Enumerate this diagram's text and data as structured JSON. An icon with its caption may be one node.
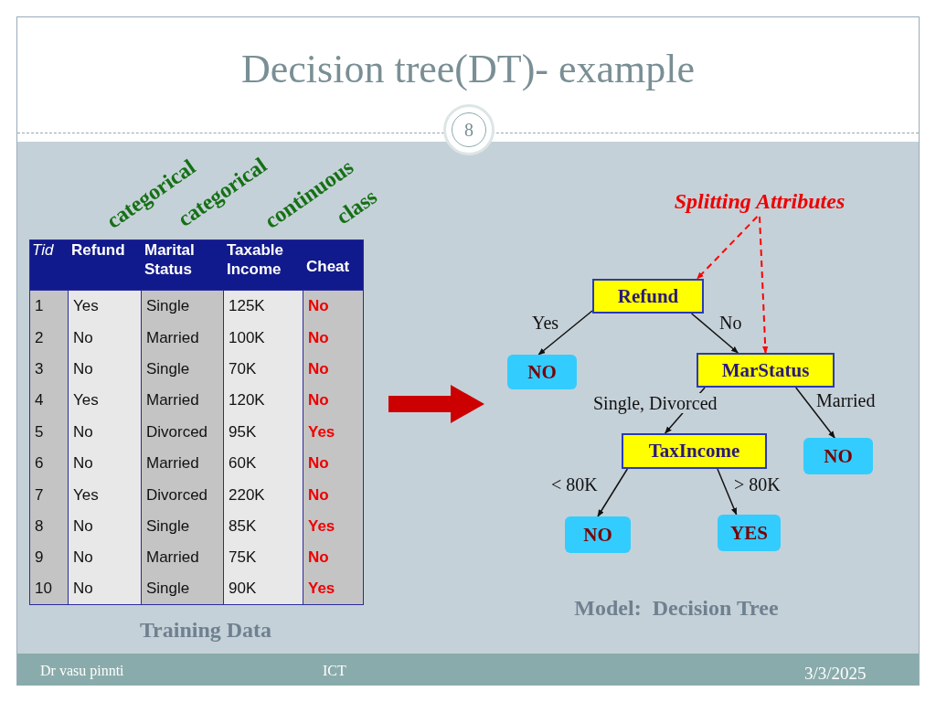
{
  "diagram": {
    "title": "Decision tree(DT)- example",
    "nodes": [
      {
        "text": [
          "Splitting Attributes"
        ]
      },
      {
        "text": [
          "Refund"
        ]
      },
      {
        "text": [
          "NO"
        ]
      },
      {
        "text": [
          "MarStatus"
        ]
      },
      {
        "text": [
          "TaxIncome"
        ]
      },
      {
        "text": [
          "NO"
        ]
      },
      {
        "text": [
          "NO"
        ]
      },
      {
        "text": [
          "YES"
        ]
      }
    ],
    "edges": [
      {
        "from": 0,
        "to": 1,
        "arrow": "to",
        "style": "dashed",
        "color": "#ff0000"
      },
      {
        "from": 0,
        "to": 3,
        "arrow": "to",
        "style": "dashed",
        "color": "#ff0000"
      },
      {
        "from": 1,
        "to": 2,
        "arrow": "to",
        "label": "Yes"
      },
      {
        "from": 1,
        "to": 3,
        "arrow": "to",
        "label": "No"
      },
      {
        "from": 3,
        "to": 4,
        "arrow": "to",
        "label": "Single, Divorced"
      },
      {
        "from": 3,
        "to": 5,
        "arrow": "to",
        "label": "Married"
      },
      {
        "from": 4,
        "to": 6,
        "arrow": "to",
        "label": "< 80K"
      },
      {
        "from": 4,
        "to": 7,
        "arrow": "to",
        "label": "> 80K"
      }
    ],
    "labels": [
      "8",
      "categorical",
      "categorical",
      "continuous",
      "class",
      "Tid",
      "Refund",
      "Marital Status",
      "Taxable Income",
      "Cheat",
      "1",
      "Yes",
      "Single",
      "125K",
      "No",
      "2",
      "No",
      "Married",
      "100K",
      "No",
      "3",
      "No",
      "Single",
      "70K",
      "No",
      "4",
      "Yes",
      "Married",
      "120K",
      "No",
      "5",
      "No",
      "Divorced",
      "95K",
      "Yes",
      "6",
      "No",
      "Married",
      "60K",
      "No",
      "7",
      "Yes",
      "Divorced",
      "220K",
      "No",
      "8",
      "No",
      "Single",
      "85K",
      "Yes",
      "9",
      "No",
      "Married",
      "75K",
      "No",
      "10",
      "No",
      "Single",
      "90K",
      "Yes",
      "Training Data",
      "Model:  Decision Tree",
      "Dr vasu pinnti",
      "ICT",
      "3/3/2025"
    ]
  }
}
